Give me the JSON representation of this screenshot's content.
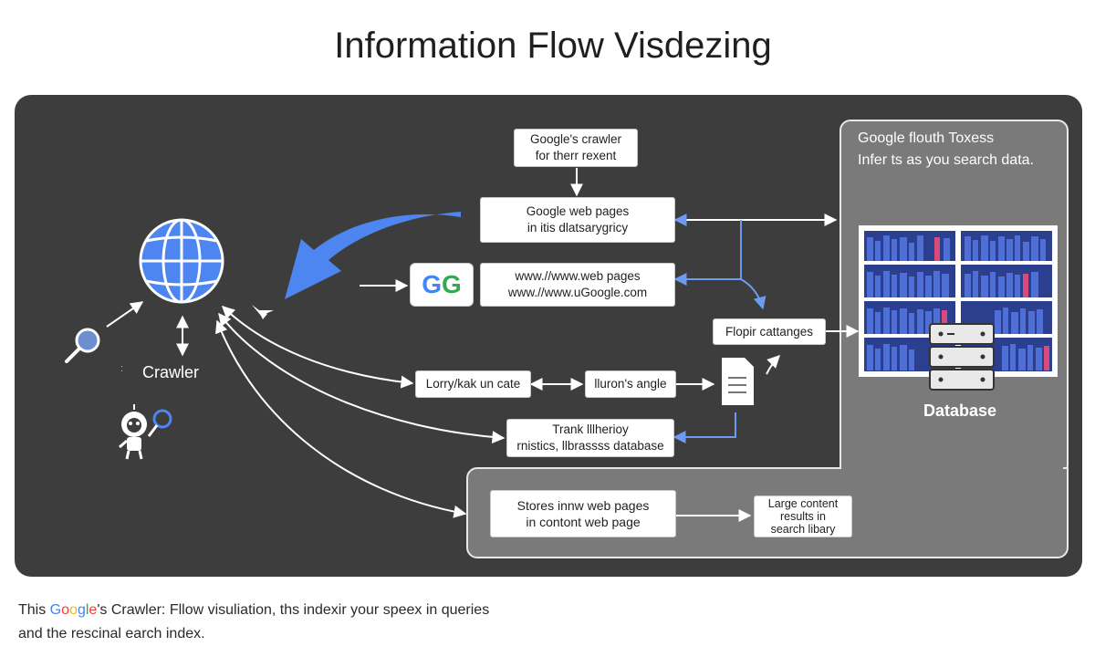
{
  "title": "Information Flow Visdezing",
  "diagram": {
    "crawler_label": "Crawler",
    "crawler_dots": ":",
    "nodes": {
      "crawler_note": [
        "Google's crawler",
        "for therr rexent"
      ],
      "web_pages": [
        "Google web pages",
        "in itis dlatsarygricy"
      ],
      "google_logo": "GG",
      "urls": [
        "www.//www.web pages",
        "www.//www.uGoogle.com"
      ],
      "lorry": "Lorry/kak un cate",
      "angle": "lluron's angle",
      "frank": [
        "Trank lllherioy",
        "rnistics, llbrassss database"
      ],
      "flopir": "Flopir cattanges",
      "stores": [
        "Stores innw web pages",
        "in contont web page"
      ],
      "large_content": [
        "Large content",
        "results in",
        "search libary"
      ]
    },
    "right_region_title": [
      "Google flouth Toxess",
      "Infer ts as you search data."
    ],
    "database_label": "Database"
  },
  "caption": {
    "prefix": "This ",
    "google_letters": [
      "G",
      "o",
      "o",
      "g",
      "l",
      "e"
    ],
    "middle": "'s Crawler: Fllow visuliation, ths indexir your speex in queries",
    "line2": "and the rescinal earch index."
  },
  "colors": {
    "panel": "#3d3d3d",
    "region": "#7a7a7a",
    "accent_blue": "#4d86f0",
    "shelf_blue": "#3b55b8",
    "book_pink": "#d94a78"
  },
  "icons": [
    "globe-icon",
    "magnifier-icon",
    "robot-icon",
    "database-cylinder-icon",
    "document-stack-icon",
    "bookshelf-icon",
    "server-icon"
  ]
}
